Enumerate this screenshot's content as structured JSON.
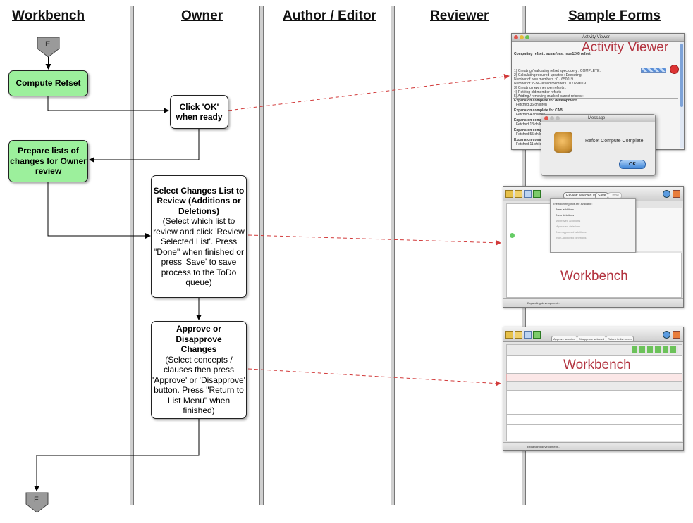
{
  "lanes": {
    "workbench": "Workbench",
    "owner": "Owner",
    "author_editor": "Author / Editor",
    "reviewer": "Reviewer",
    "sample_forms": "Sample Forms"
  },
  "connectors": {
    "start": "E",
    "end": "F"
  },
  "steps": {
    "compute_refset": "Compute Refset",
    "click_ok": "Click 'OK' when ready",
    "prepare_lists": "Prepare lists of changes for Owner review",
    "select_changes_title": "Select Changes List to Review (Additions or Deletions)",
    "select_changes_body": "(Select which list to review and click 'Review Selected List'.  Press \"Done\" when finished or press 'Save' to save process to the ToDo queue)",
    "approve_title": "Approve or Disapprove Changes",
    "approve_body": "(Select concepts / clauses then press 'Approve' or 'Disapprove' button. Press \"Return to List Menu\" when finished)"
  },
  "sample_forms": {
    "activity_viewer": {
      "window_title": "Activity Viewer",
      "label": "Activity Viewer",
      "line1": "Computing refset : susan\\test mon1205 refset",
      "lines": [
        "1) Creating / validating refset spec query : COMPLETE.",
        "2) Calculating required updates : Executing",
        "Number of new members : 0 / 650019",
        "Number of to-be-retired members : 0 / 650019",
        "3) Creating new member refsets :",
        "4) Retiring old member refsets :",
        "5) Adding / removing marked parent refsets :"
      ],
      "events": [
        "Expansion complete for development",
        "Fetched 36 children",
        "Expansion complete for CAB",
        "Fetched 4 children",
        "Expansion complete",
        "Fetched 13 children",
        "Expansion complete",
        "Fetched 55 children",
        "Expansion complete",
        "Fetched 11 children"
      ],
      "message_title": "Message",
      "message_text": "Refset Compute Complete",
      "ok_label": "OK"
    },
    "workbench1": {
      "label": "Workbench",
      "toolbar_buttons": [
        "Review selected list",
        "Save",
        "Done"
      ],
      "prompt": "The following lists are available:",
      "options": [
        "New additions",
        "New deletions",
        "Approved additions",
        "Approved deletions",
        "Non-approved additions",
        "Non-approved deletions"
      ],
      "status": "Expanding development..."
    },
    "workbench2": {
      "label": "Workbench",
      "tabs": [
        "Approve selected",
        "Disapprove selected",
        "Return to list menu"
      ],
      "status": "Expanding development..."
    }
  },
  "colors": {
    "green_box": "#9cf09c",
    "dashed_arrow": "#d23a3a",
    "accent_label": "#b2333f"
  }
}
